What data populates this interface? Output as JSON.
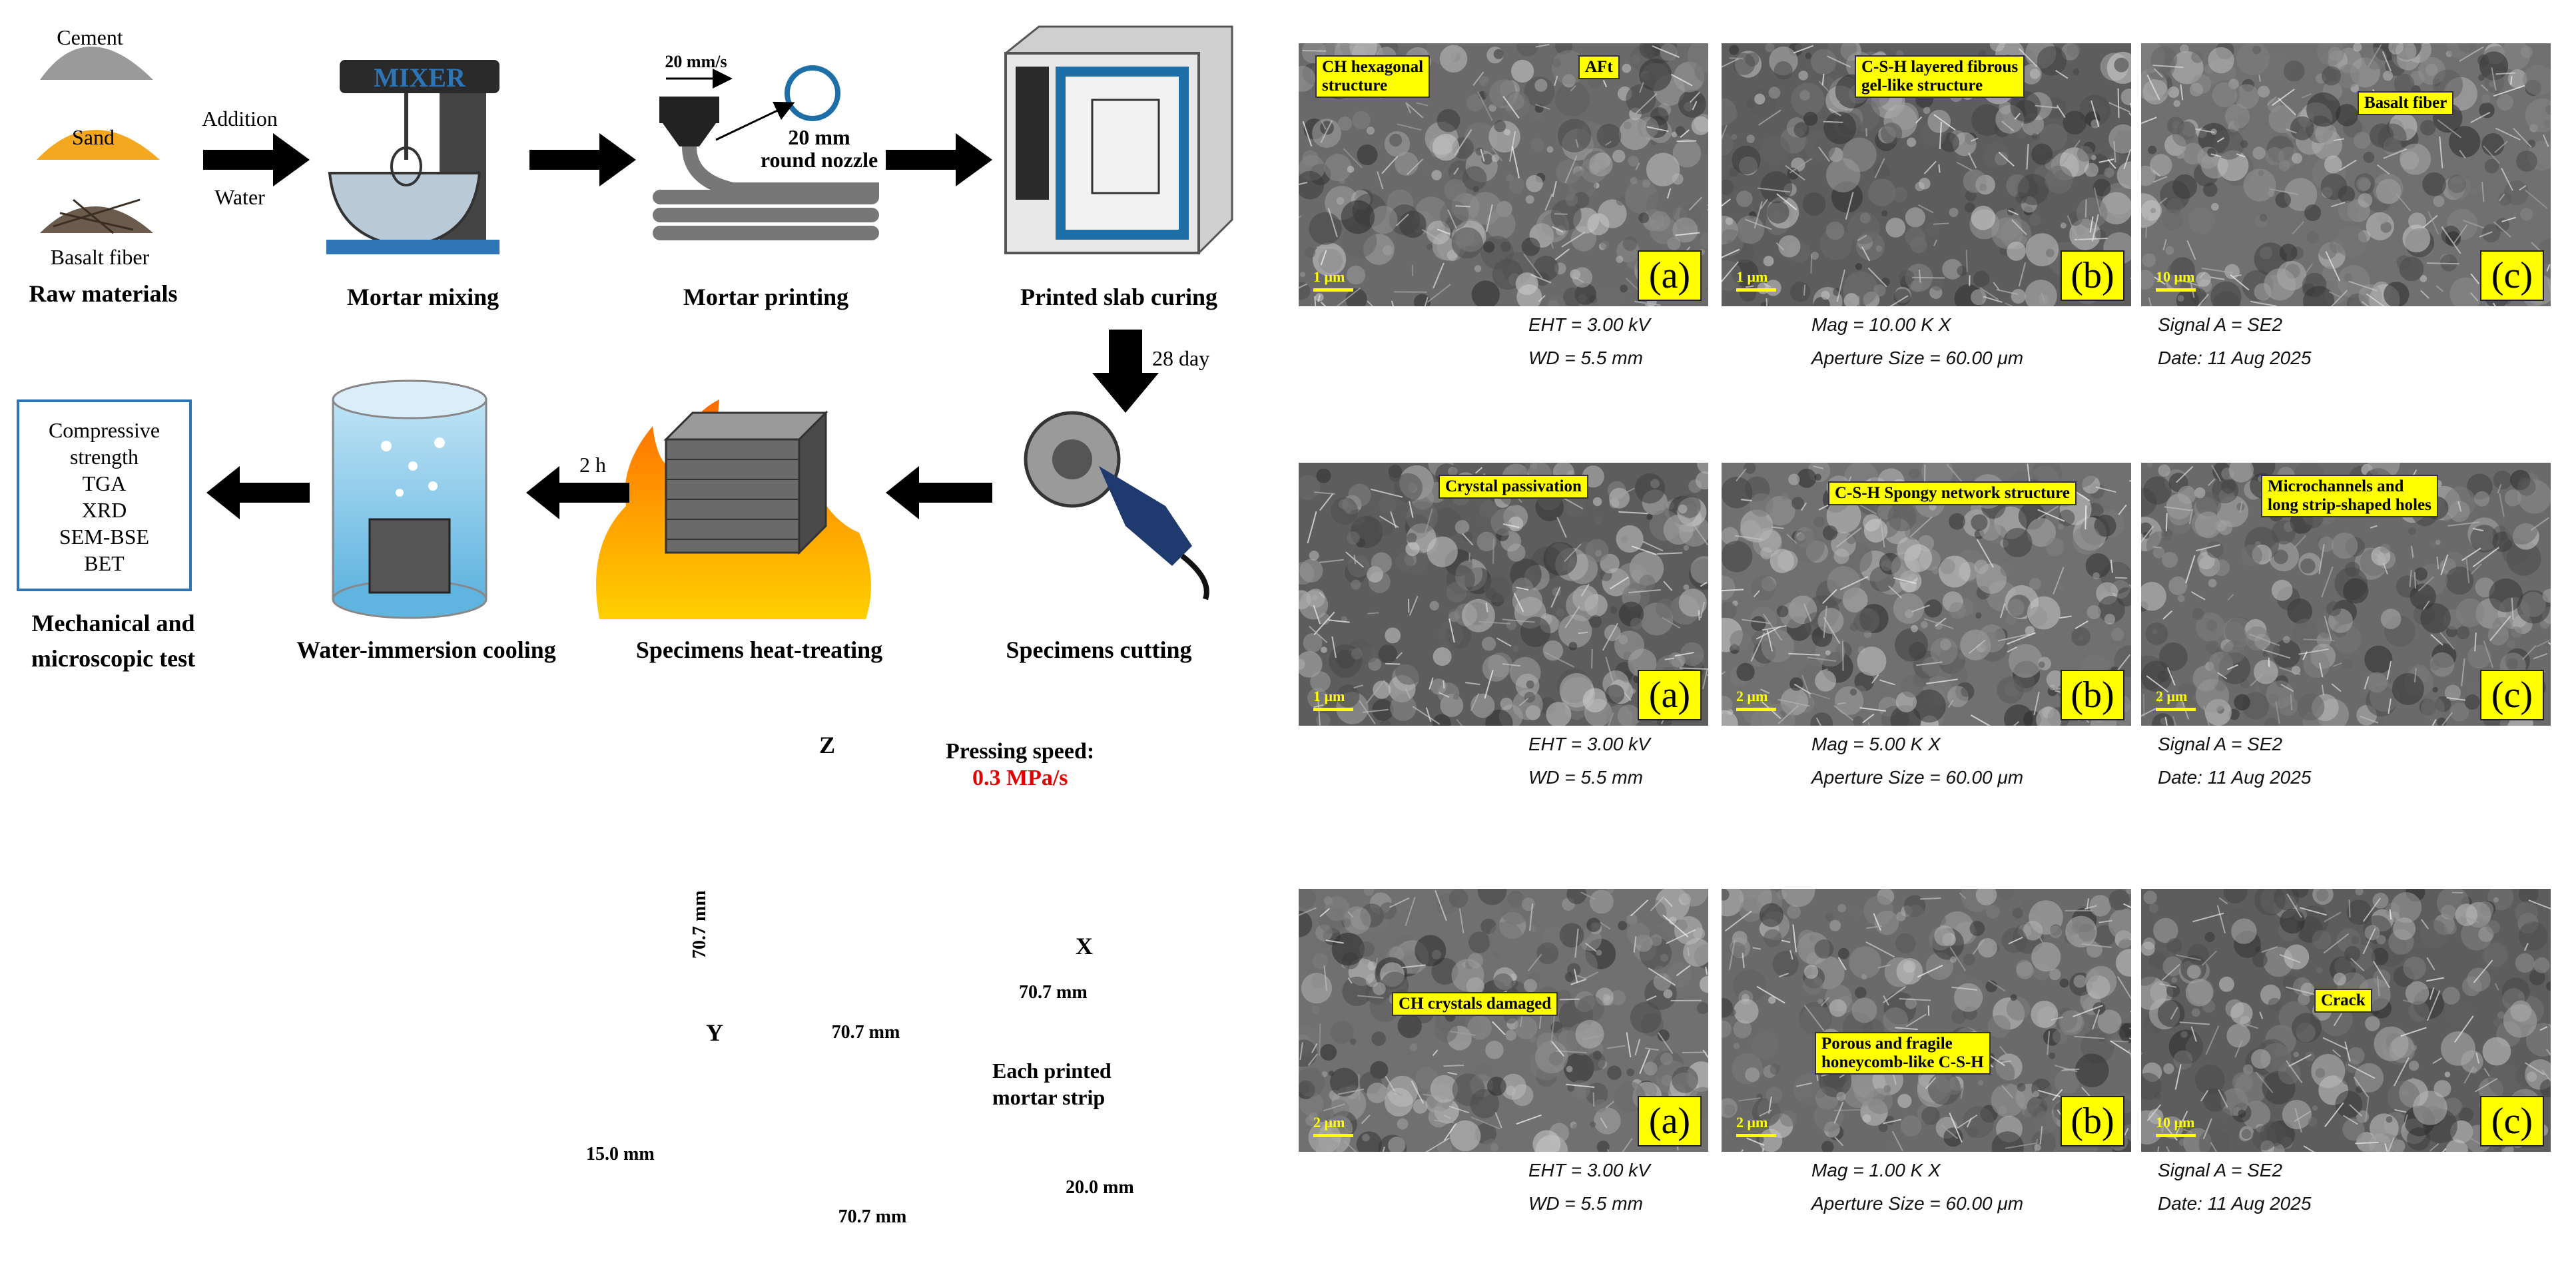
{
  "process": {
    "raw": {
      "cement": "Cement",
      "sand": "Sand",
      "basalt": "Basalt fiber",
      "label": "Raw materials",
      "addition": "Addition",
      "water": "Water"
    },
    "mixer_word": "MIXER",
    "printing_speed": "20 mm/s",
    "nozzle_line1": "20 mm",
    "nozzle_line2": "round nozzle",
    "steps": [
      "Mortar mixing",
      "Mortar printing",
      "Printed slab curing",
      "Specimens cutting",
      "Specimens heat-treating",
      "Water-immersion cooling"
    ],
    "curing_days": "28 day",
    "cooling_time": "2 h",
    "tests": [
      "Compressive",
      "strength",
      "TGA",
      "XRD",
      "SEM-BSE",
      "BET"
    ],
    "tests_label_line1": "Mechanical  and",
    "tests_label_line2": "microscopic test"
  },
  "specimen": {
    "pressing_label": "Pressing speed:",
    "pressing_value": "0.3 MPa/s",
    "axis_x": "X",
    "axis_y": "Y",
    "axis_z": "Z",
    "dim_height": "70.7 mm",
    "dim_width": "70.7 mm",
    "dim_depth": "70.7 mm",
    "strip_label_line1": "Each printed",
    "strip_label_line2": "mortar strip",
    "strip_height": "15.0 mm",
    "strip_depth": "20.0 mm",
    "strip_length": "70.7 mm"
  },
  "sem": {
    "rows": [
      {
        "panels": [
          {
            "letter": "(a)",
            "scale": "1 μm",
            "tags": [
              "CH hexagonal\nstructure",
              "AFt"
            ]
          },
          {
            "letter": "(b)",
            "scale": "1 μm",
            "tags": [
              "C-S-H layered fibrous\ngel-like structure"
            ]
          },
          {
            "letter": "(c)",
            "scale": "10 μm",
            "tags": [
              "Basalt fiber"
            ]
          }
        ],
        "meta": {
          "eht": "EHT =  3.00 kV",
          "wd": "WD =  5.5 mm",
          "mag": "Mag =   10.00 K X",
          "aperture": "Aperture Size = 60.00 μm",
          "signal": "Signal A = SE2",
          "date": "Date: 11 Aug 2025"
        }
      },
      {
        "panels": [
          {
            "letter": "(a)",
            "scale": "1 μm",
            "tags": [
              "Crystal passivation"
            ]
          },
          {
            "letter": "(b)",
            "scale": "2 μm",
            "tags": [
              "C-S-H Spongy network structure"
            ]
          },
          {
            "letter": "(c)",
            "scale": "2 μm",
            "tags": [
              "Microchannels and\nlong strip-shaped holes"
            ]
          }
        ],
        "meta": {
          "eht": "EHT =  3.00 kV",
          "wd": "WD =  5.5 mm",
          "mag": "Mag =    5.00 K X",
          "aperture": "Aperture Size = 60.00 μm",
          "signal": "Signal A = SE2",
          "date": "Date: 11 Aug 2025"
        }
      },
      {
        "panels": [
          {
            "letter": "(a)",
            "scale": "2 μm",
            "tags": [
              "CH crystals damaged"
            ]
          },
          {
            "letter": "(b)",
            "scale": "2 μm",
            "tags": [
              "Porous and fragile\nhoneycomb-like C-S-H"
            ]
          },
          {
            "letter": "(c)",
            "scale": "10 μm",
            "tags": [
              "Crack"
            ]
          }
        ],
        "meta": {
          "eht": "EHT =  3.00 kV",
          "wd": "WD =  5.5 mm",
          "mag": "Mag =    1.00 K X",
          "aperture": "Aperture Size = 60.00 μm",
          "signal": "Signal A = SE2",
          "date": "Date: 11 Aug 2025"
        }
      }
    ]
  },
  "colors": {
    "arrow": "#000000",
    "fire": "#ff8c00",
    "tag": "#ffff00",
    "frame_blue": "#2e75b6",
    "red": "#e00000"
  }
}
